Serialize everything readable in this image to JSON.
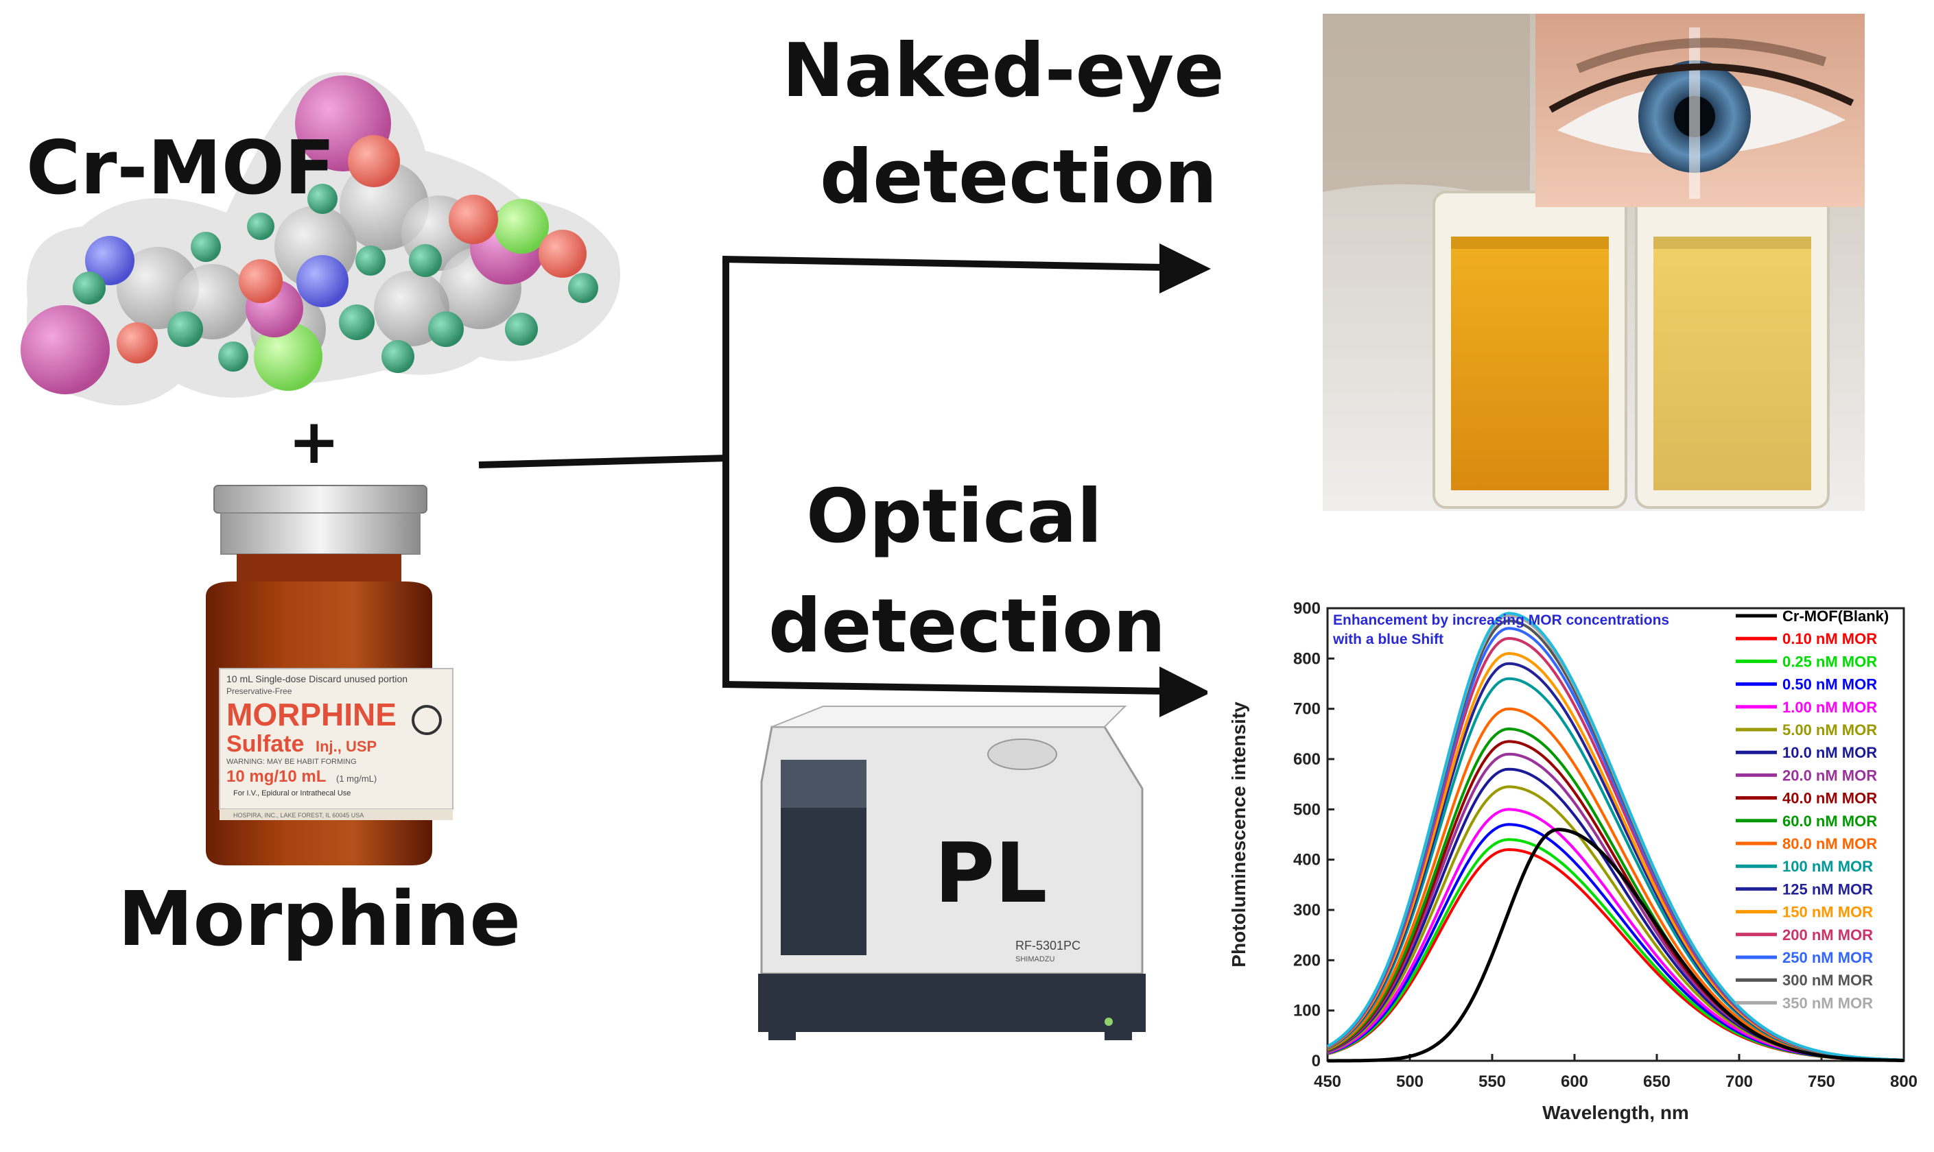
{
  "labels": {
    "cr_mof": "Cr-MOF",
    "plus": "+",
    "morphine": "Morphine",
    "naked_eye_line1": "Naked-eye",
    "naked_eye_line2": "detection",
    "optical_line1": "Optical",
    "optical_line2": "detection",
    "pl": "PL"
  },
  "vial_label": {
    "top_line": "10 mL  Single-dose  Discard unused portion",
    "sub_line": "Preservative-Free",
    "name": "MORPHINE",
    "salt": "Sulfate",
    "inj": "Inj., USP",
    "warning": "WARNING: MAY BE HABIT FORMING",
    "dose": "10 mg/10 mL",
    "dose_note": "(1 mg/mL)",
    "route": "For I.V., Epidural or Intrathecal Use",
    "maker": "HOSPIRA, INC., LAKE FOREST, IL 60045 USA"
  },
  "instrument": {
    "model": "RF-5301PC",
    "brand": "SHIMADZU"
  },
  "colors": {
    "arrow": "#111111",
    "cuvette_left": "#e2a21a",
    "cuvette_right": "#e6c766"
  },
  "chart_data": {
    "type": "line",
    "annotation": [
      "Enhancement by increasing MOR concentrations",
      "with a blue Shift"
    ],
    "xlabel": "Wavelength, nm",
    "ylabel": "Photoluminescence intensity",
    "xlim": [
      450,
      800
    ],
    "ylim": [
      0,
      900
    ],
    "xticks": [
      450,
      500,
      550,
      600,
      650,
      700,
      750,
      800
    ],
    "yticks": [
      0,
      100,
      200,
      300,
      400,
      500,
      600,
      700,
      800,
      900
    ],
    "legend_position": "top-right",
    "series": [
      {
        "name": "Cr-MOF(Blank)",
        "color": "#000000",
        "peak_x": 590,
        "peak_y": 460
      },
      {
        "name": "0.10 nM MOR",
        "color": "#ff0000",
        "peak_x": 560,
        "peak_y": 420
      },
      {
        "name": "0.25 nM MOR",
        "color": "#00dd00",
        "peak_x": 560,
        "peak_y": 440
      },
      {
        "name": "0.50 nM MOR",
        "color": "#0000ff",
        "peak_x": 560,
        "peak_y": 470
      },
      {
        "name": "1.00 nM MOR",
        "color": "#ff00ff",
        "peak_x": 560,
        "peak_y": 500
      },
      {
        "name": "5.00 nM MOR",
        "color": "#999900",
        "peak_x": 560,
        "peak_y": 545
      },
      {
        "name": "10.0 nM MOR",
        "color": "#1a1a99",
        "peak_x": 560,
        "peak_y": 580
      },
      {
        "name": "20.0 nM MOR",
        "color": "#993399",
        "peak_x": 560,
        "peak_y": 610
      },
      {
        "name": "40.0 nM MOR",
        "color": "#990000",
        "peak_x": 560,
        "peak_y": 635
      },
      {
        "name": "60.0 nM MOR",
        "color": "#009900",
        "peak_x": 560,
        "peak_y": 660
      },
      {
        "name": "80.0 nM MOR",
        "color": "#ff6600",
        "peak_x": 560,
        "peak_y": 700
      },
      {
        "name": "100  nM MOR",
        "color": "#009999",
        "peak_x": 560,
        "peak_y": 760
      },
      {
        "name": "125  nM MOR",
        "color": "#222299",
        "peak_x": 560,
        "peak_y": 790
      },
      {
        "name": "150  nM MOR",
        "color": "#ff9900",
        "peak_x": 560,
        "peak_y": 810
      },
      {
        "name": "200  nM MOR",
        "color": "#cc3366",
        "peak_x": 560,
        "peak_y": 840
      },
      {
        "name": "250  nM MOR",
        "color": "#3366ff",
        "peak_x": 560,
        "peak_y": 860
      },
      {
        "name": "300  nM MOR",
        "color": "#555555",
        "peak_x": 560,
        "peak_y": 875
      },
      {
        "name": "350  nM MOR",
        "color": "#aaaaaa",
        "peak_x": 560,
        "peak_y": 885
      },
      {
        "name": "",
        "color": "#22bbdd",
        "peak_x": 560,
        "peak_y": 890
      }
    ]
  }
}
